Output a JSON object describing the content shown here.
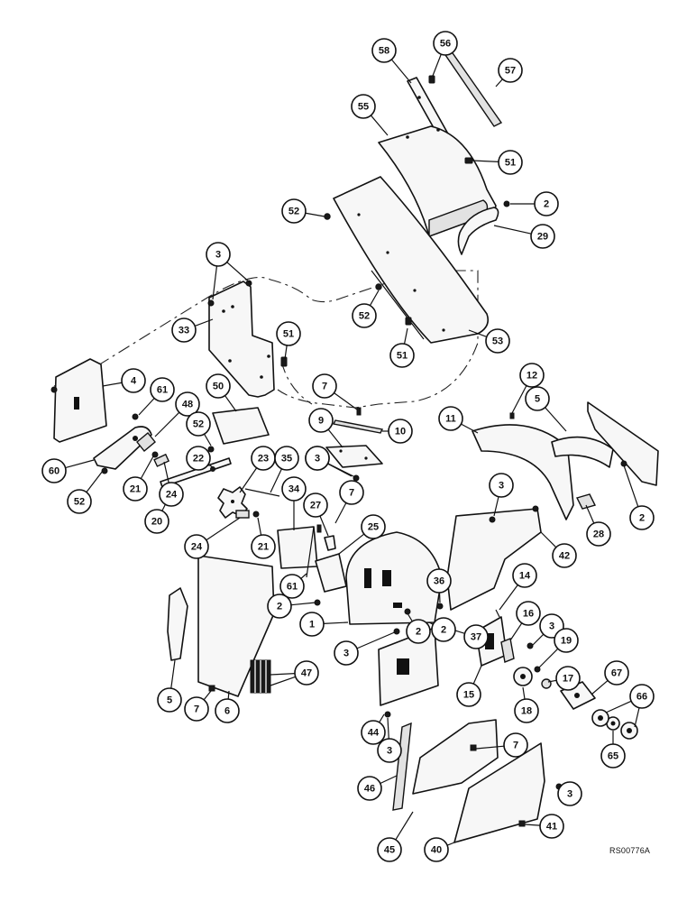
{
  "drawing": {
    "reference_code": "RS00776A",
    "colors": {
      "ink": "#111111",
      "paper": "#ffffff"
    }
  },
  "callouts": [
    {
      "id": "c58",
      "label": "58"
    },
    {
      "id": "c56",
      "label": "56"
    },
    {
      "id": "c57",
      "label": "57"
    },
    {
      "id": "c55",
      "label": "55"
    },
    {
      "id": "c51a",
      "label": "51"
    },
    {
      "id": "c52a",
      "label": "52"
    },
    {
      "id": "c2a",
      "label": "2"
    },
    {
      "id": "c29",
      "label": "29"
    },
    {
      "id": "c3a",
      "label": "3"
    },
    {
      "id": "c52b",
      "label": "52"
    },
    {
      "id": "c2b",
      "label": "2"
    },
    {
      "id": "c51b",
      "label": "51"
    },
    {
      "id": "c33",
      "label": "33"
    },
    {
      "id": "c51c",
      "label": "51"
    },
    {
      "id": "c53",
      "label": "53"
    },
    {
      "id": "c4",
      "label": "4"
    },
    {
      "id": "c12",
      "label": "12"
    },
    {
      "id": "c7a",
      "label": "7"
    },
    {
      "id": "c61a",
      "label": "61"
    },
    {
      "id": "c48",
      "label": "48"
    },
    {
      "id": "c50",
      "label": "50"
    },
    {
      "id": "c9",
      "label": "9"
    },
    {
      "id": "c10",
      "label": "10"
    },
    {
      "id": "c11",
      "label": "11"
    },
    {
      "id": "c5a",
      "label": "5"
    },
    {
      "id": "c52c",
      "label": "52"
    },
    {
      "id": "c60",
      "label": "60"
    },
    {
      "id": "c22",
      "label": "22"
    },
    {
      "id": "c23",
      "label": "23"
    },
    {
      "id": "c35",
      "label": "35"
    },
    {
      "id": "c3b",
      "label": "3"
    },
    {
      "id": "c52d",
      "label": "52"
    },
    {
      "id": "c21a",
      "label": "21"
    },
    {
      "id": "c24a",
      "label": "24"
    },
    {
      "id": "c20",
      "label": "20"
    },
    {
      "id": "c3c",
      "label": "3"
    },
    {
      "id": "c34",
      "label": "34"
    },
    {
      "id": "c7b",
      "label": "7"
    },
    {
      "id": "c27",
      "label": "27"
    },
    {
      "id": "c2c",
      "label": "2"
    },
    {
      "id": "c28",
      "label": "28"
    },
    {
      "id": "c24b",
      "label": "24"
    },
    {
      "id": "c21b",
      "label": "21"
    },
    {
      "id": "c25",
      "label": "25"
    },
    {
      "id": "c3d",
      "label": "3"
    },
    {
      "id": "c42",
      "label": "42"
    },
    {
      "id": "c61b",
      "label": "61"
    },
    {
      "id": "c36",
      "label": "36"
    },
    {
      "id": "c14",
      "label": "14"
    },
    {
      "id": "c2d",
      "label": "2"
    },
    {
      "id": "c2e",
      "label": "2"
    },
    {
      "id": "c37",
      "label": "37"
    },
    {
      "id": "c1",
      "label": "1"
    },
    {
      "id": "c16",
      "label": "16"
    },
    {
      "id": "c3e",
      "label": "3"
    },
    {
      "id": "c3f",
      "label": "3"
    },
    {
      "id": "c19",
      "label": "19"
    },
    {
      "id": "c47",
      "label": "47"
    },
    {
      "id": "c17",
      "label": "17"
    },
    {
      "id": "c67",
      "label": "67"
    },
    {
      "id": "c15",
      "label": "15"
    },
    {
      "id": "c18",
      "label": "18"
    },
    {
      "id": "c5b",
      "label": "5"
    },
    {
      "id": "c7c",
      "label": "7"
    },
    {
      "id": "c6",
      "label": "6"
    },
    {
      "id": "c66",
      "label": "66"
    },
    {
      "id": "c44",
      "label": "44"
    },
    {
      "id": "c65",
      "label": "65"
    },
    {
      "id": "c3g",
      "label": "3"
    },
    {
      "id": "c7d",
      "label": "7"
    },
    {
      "id": "c46",
      "label": "46"
    },
    {
      "id": "c3h",
      "label": "3"
    },
    {
      "id": "c41",
      "label": "41"
    },
    {
      "id": "c45",
      "label": "45"
    },
    {
      "id": "c40",
      "label": "40"
    }
  ]
}
